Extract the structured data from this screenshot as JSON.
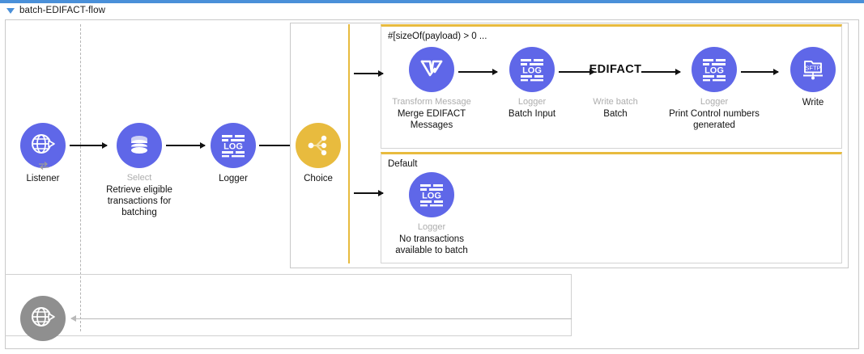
{
  "window": {
    "flow_name": "batch-EDIFACT-flow",
    "collapse_icon": "triangle-down-icon",
    "accent_bar_color": "#4a90d9"
  },
  "colors": {
    "node_purple": "#5f67e8",
    "choice_yellow": "#e8bb3e",
    "node_gray": "#8f8f8f",
    "frame_border": "#c9c9c9",
    "type_label": "#adadad"
  },
  "source": {
    "type": "Listener",
    "name": "Listener",
    "icon": "http-globe-icon"
  },
  "main_flow": [
    {
      "type": "Select",
      "name": "Retrieve eligible transactions for batching",
      "icon": "database-icon"
    },
    {
      "type": "Logger",
      "name": "Logger",
      "icon": "log-icon"
    },
    {
      "type": "Choice",
      "name": "Choice",
      "icon": "choice-branch-icon"
    }
  ],
  "choice": {
    "branches": [
      {
        "condition_label": "#[sizeOf(payload) > 0 ...",
        "nodes": [
          {
            "type": "Transform Message",
            "name": "Merge EDIFACT Messages",
            "icon": "transform-message-icon"
          },
          {
            "type": "Logger",
            "name": "Batch Input",
            "icon": "log-icon"
          },
          {
            "type": "Write batch",
            "name": "Batch",
            "icon": "edifact-text-icon",
            "text_glyph": "EDIFACT"
          },
          {
            "type": "Logger",
            "name": "Print Control numbers generated",
            "icon": "log-icon"
          },
          {
            "type": "",
            "name": "Write",
            "icon": "sftp-write-icon"
          }
        ]
      },
      {
        "condition_label": "Default",
        "nodes": [
          {
            "type": "Logger",
            "name": "No transactions available to batch",
            "icon": "log-icon"
          }
        ]
      }
    ]
  },
  "response": {
    "name": "",
    "icon": "http-globe-icon-gray"
  }
}
